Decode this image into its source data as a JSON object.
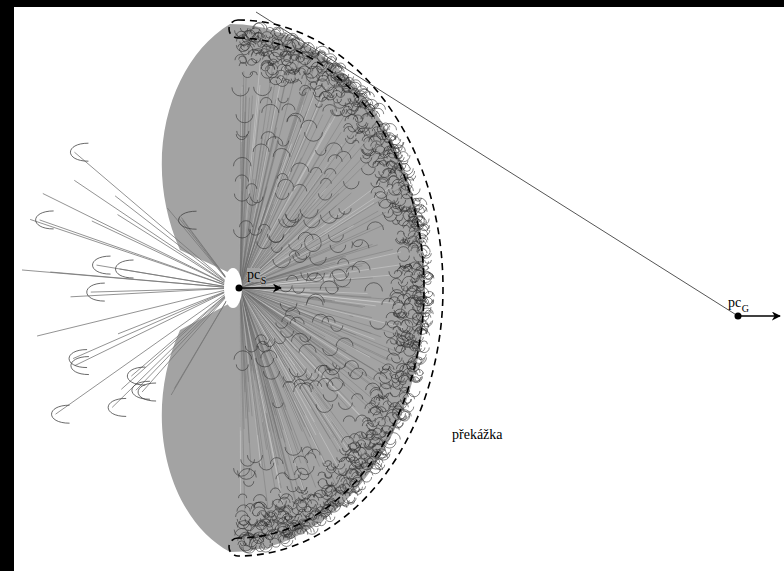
{
  "diagram": {
    "labels": [
      "pc",
      "S",
      "pc",
      "G",
      "překážka"
    ]
  }
}
